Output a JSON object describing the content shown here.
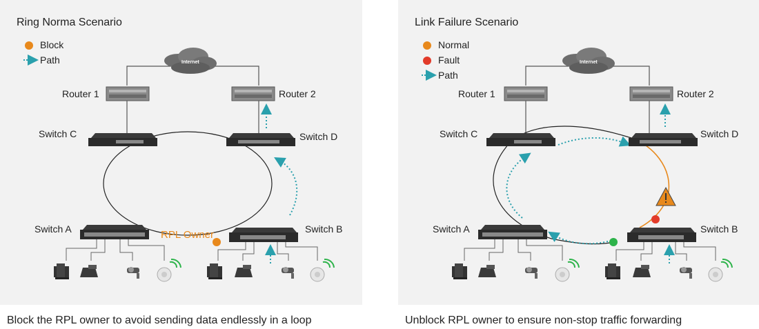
{
  "left": {
    "title": "Ring Norma Scenario",
    "legend": [
      {
        "label": "Block",
        "type": "dot",
        "color": "#e8891c"
      },
      {
        "label": "Path",
        "type": "arrow",
        "color": "#2aa0ad"
      }
    ],
    "cloud": "Internet",
    "router1": "Router 1",
    "router2": "Router 2",
    "switchC": "Switch C",
    "switchD": "Switch D",
    "switchA": "Switch A",
    "switchB": "Switch B",
    "rpl_owner": "RPL Owner",
    "caption": "Block the RPL owner to avoid sending data endlessly in a loop"
  },
  "right": {
    "title": "Link Failure Scenario",
    "legend": [
      {
        "label": "Normal",
        "type": "dot",
        "color": "#e8891c"
      },
      {
        "label": "Fault",
        "type": "dot",
        "color": "#e23b2a"
      },
      {
        "label": "Path",
        "type": "arrow",
        "color": "#2aa0ad"
      }
    ],
    "cloud": "Internet",
    "router1": "Router 1",
    "router2": "Router 2",
    "switchC": "Switch C",
    "switchD": "Switch D",
    "switchA": "Switch A",
    "switchB": "Switch B",
    "caption": "Unblock RPL owner to ensure non-stop traffic forwarding"
  },
  "colors": {
    "path": "#2aa0ad",
    "block": "#e8891c",
    "fault": "#e23b2a",
    "normal_green": "#2db34a",
    "panel": "#f2f2f2"
  }
}
